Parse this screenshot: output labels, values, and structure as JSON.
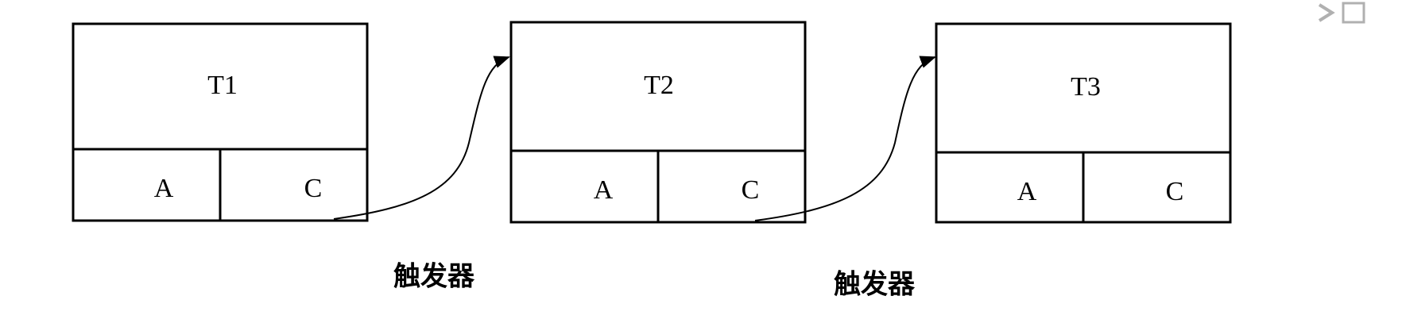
{
  "tables": [
    {
      "title": "T1",
      "columns": [
        "A",
        "C"
      ]
    },
    {
      "title": "T2",
      "columns": [
        "A",
        "C"
      ]
    },
    {
      "title": "T3",
      "columns": [
        "A",
        "C"
      ]
    }
  ],
  "triggers": [
    {
      "label": "触发器",
      "from": "T1",
      "to": "T2"
    },
    {
      "label": "触发器",
      "from": "T2",
      "to": "T3"
    }
  ],
  "colors": {
    "line": "#000000",
    "background": "#ffffff"
  }
}
